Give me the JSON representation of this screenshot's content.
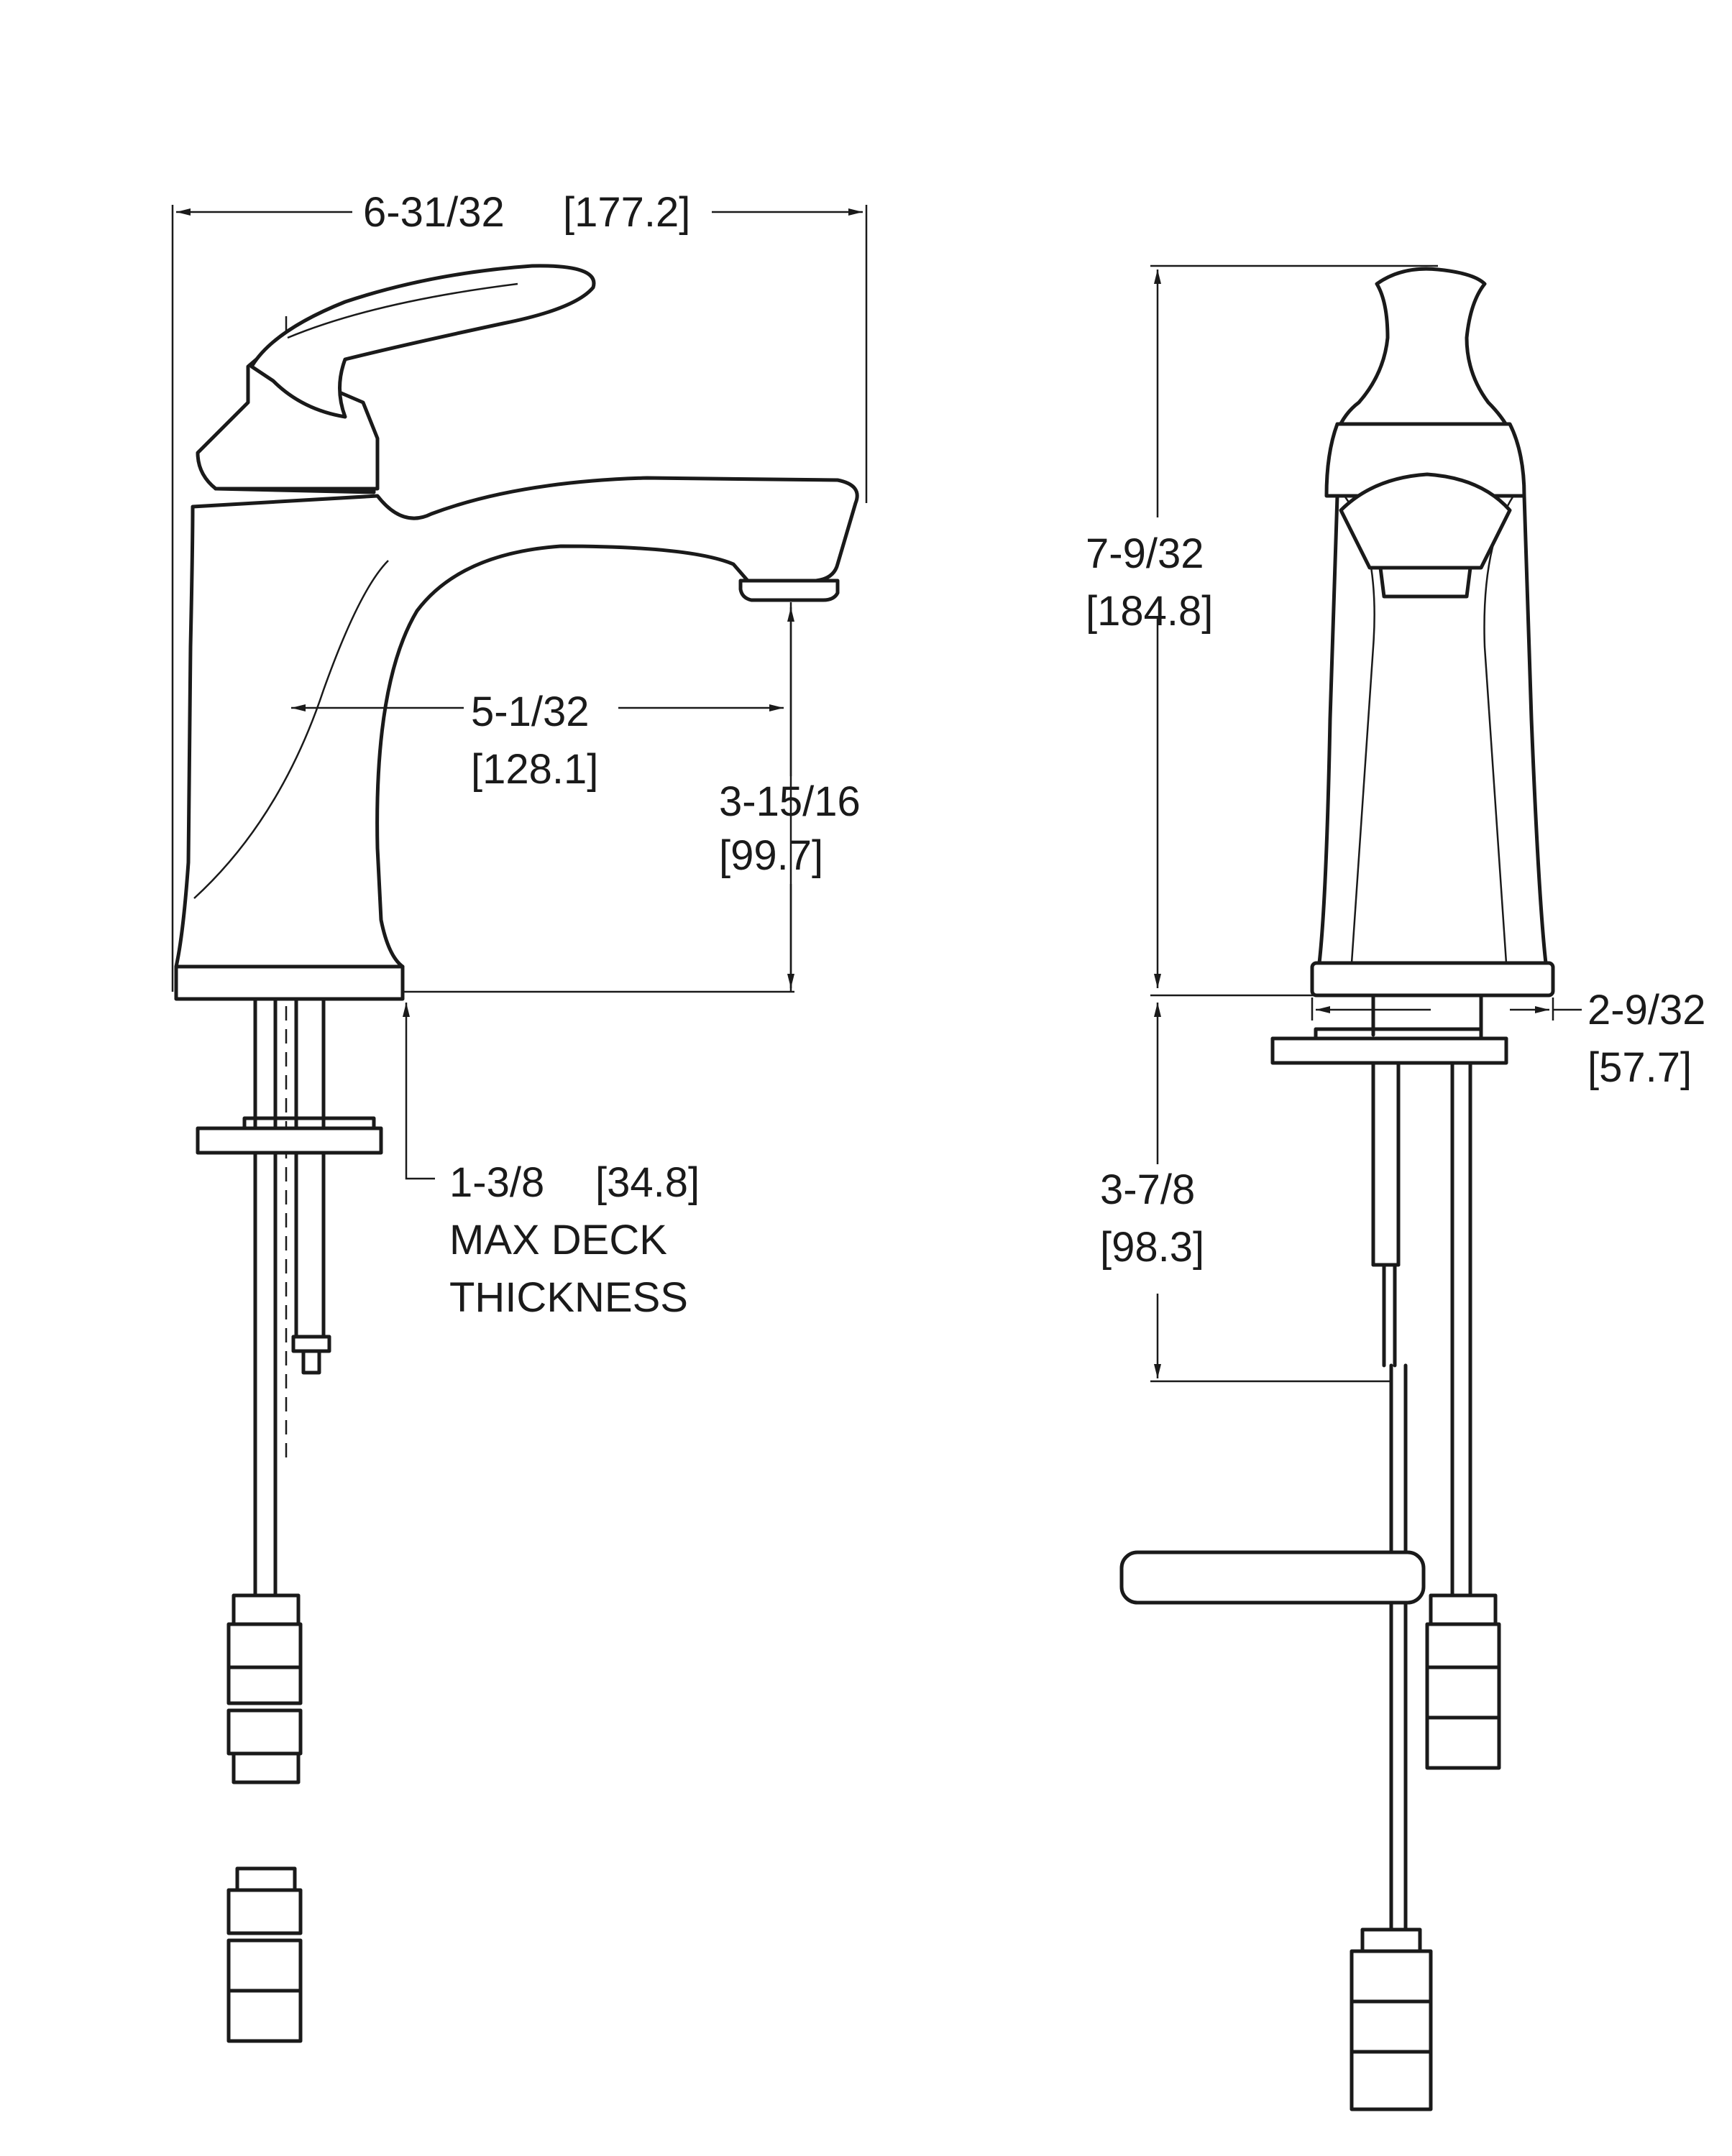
{
  "dimensions": {
    "overall_width": {
      "imperial": "6-31/32",
      "metric": "[177.2]"
    },
    "spout_reach": {
      "imperial": "5-1/32",
      "metric": "[128.1]"
    },
    "spout_height": {
      "imperial": "3-15/16",
      "metric": "[99.7]"
    },
    "deck_thickness": {
      "imperial": "1-3/8",
      "metric": "[34.8]",
      "note_line1": "MAX DECK",
      "note_line2": "THICKNESS"
    },
    "overall_height": {
      "imperial": "7-9/32",
      "metric": "[184.8]"
    },
    "base_width": {
      "imperial": "2-9/32",
      "metric": "[57.7]"
    },
    "shank_length": {
      "imperial": "3-7/8",
      "metric": "[98.3]"
    }
  },
  "colors": {
    "line": "#1a1a1a",
    "background": "#ffffff"
  }
}
